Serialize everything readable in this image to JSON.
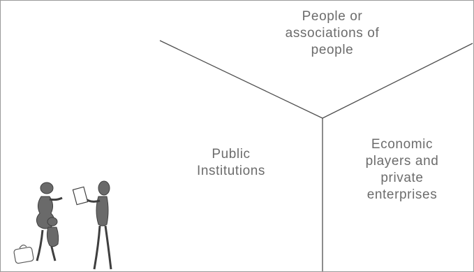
{
  "diagram": {
    "sectors": {
      "people": {
        "lines": [
          "People or",
          "associations of",
          "people"
        ]
      },
      "public": {
        "lines": [
          "Public",
          "Institutions"
        ]
      },
      "economic": {
        "lines": [
          "Economic",
          "players and",
          "private",
          "enterprises"
        ]
      }
    },
    "colors": {
      "line": "#4f4f4f",
      "text": "#6c6c6c",
      "figure": "#6a6a6a",
      "frame": "#9a9a9a"
    },
    "illustration": {
      "icon": "people-discussion-clipart"
    }
  }
}
